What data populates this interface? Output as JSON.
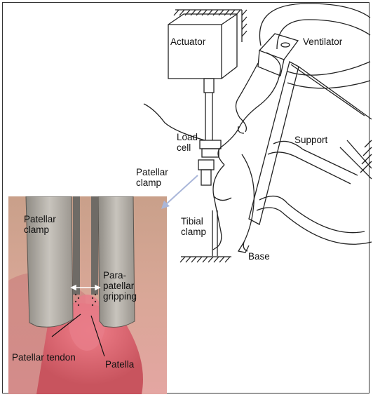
{
  "labels": {
    "actuator": "Actuator",
    "ventilator": "Ventilator",
    "load_cell": "Load\ncell",
    "support": "Support",
    "patellar_clamp_diagram": "Patellar\nclamp",
    "tibial_clamp": "Tibial\nclamp",
    "base": "Base",
    "patellar_clamp_photo": "Patellar\nclamp",
    "parapatellar_gripping": "Para-\npatellar\ngripping",
    "patellar_tendon": "Patellar tendon",
    "patella": "Patella"
  },
  "colors": {
    "line": "#222222",
    "arrow": "#a9b6d9",
    "tissue": "#d97b7a",
    "clamp_metal": "#b7b3ac"
  }
}
